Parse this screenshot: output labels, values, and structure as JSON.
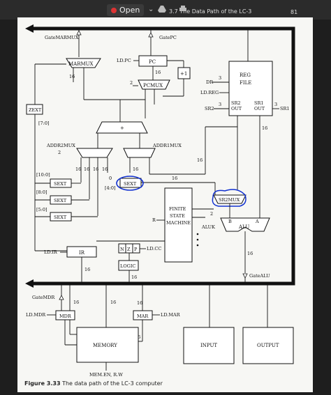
{
  "toolbar": {
    "open_label": "Open",
    "doc_title": "3.7  The Data Path of the LC-3",
    "page_number": "81"
  },
  "diagram": {
    "labels": {
      "gate_marmux": "GateMARMUX",
      "gate_pc": "GatePC",
      "marmux": "MARMUX",
      "ld_pc": "LD.PC",
      "pc": "PC",
      "plus_one": "+1",
      "pcmux": "PCMUX",
      "reg_file_1": "REG",
      "reg_file_2": "FILE",
      "dr": "DR",
      "ld_reg": "LD.REG",
      "sr2": "SR2",
      "sr1": "SR1",
      "sr2_out_1": "SR2",
      "sr2_out_2": "OUT",
      "sr1_out_1": "SR1",
      "sr1_out_2": "OUT",
      "zext": "ZEXT",
      "bits_7_0": "[7:0]",
      "adder": "+",
      "addr2mux": "ADDR2MUX",
      "addr1mux": "ADDR1MUX",
      "bits_10_0": "[10:0]",
      "bits_8_0": "[8:0]",
      "bits_5_0": "[5:0]",
      "bits_4_0": "[4:0]",
      "sext_1": "SEXT",
      "sext_2": "SEXT",
      "sext_3": "SEXT",
      "sext_4": "SEXT",
      "zero": "0",
      "sr2mux": "SR2MUX",
      "fsm_1": "FINITE",
      "fsm_2": "STATE",
      "fsm_3": "MACHINE",
      "r": "R",
      "aluk": "ALUK",
      "alu": "ALU",
      "alu_b": "B",
      "alu_a": "A",
      "ld_ir": "LD.IR",
      "ir": "IR",
      "n": "N",
      "z": "Z",
      "p": "P",
      "ld_cc": "LD.CC",
      "logic": "LOGIC",
      "gate_alu": "GateALU",
      "gate_mdr": "GateMDR",
      "ld_mdr": "LD.MDR",
      "mdr": "MDR",
      "mar": "MAR",
      "ld_mar": "LD.MAR",
      "memory": "MEMORY",
      "input": "INPUT",
      "output": "OUTPUT",
      "mem_en": "MEM.EN, R.W",
      "w16": "16",
      "w2": "2",
      "w3": "3"
    }
  },
  "caption": {
    "figure": "Figure 3.33",
    "text": "The data path of the LC-3 computer"
  },
  "colors": {
    "annotation": "#1030d0"
  }
}
